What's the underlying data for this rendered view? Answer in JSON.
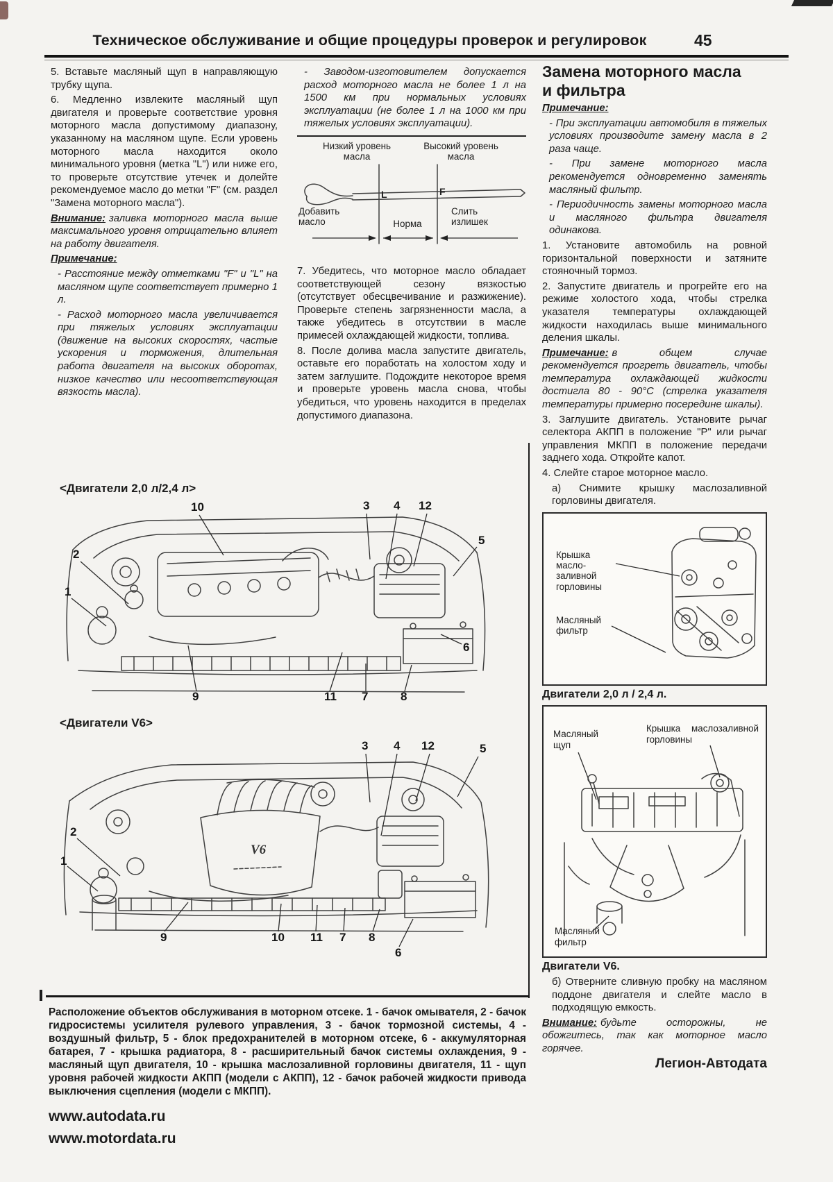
{
  "header": {
    "title": "Техническое обслуживание и общие процедуры проверок и регулировок",
    "page_number": "45"
  },
  "col1": {
    "step5": "5. Вставьте масляный щуп в направляющую трубку щупа.",
    "step6": "6. Медленно извлеките масляный щуп двигателя и проверьте соответствие уровня моторного масла допустимому диапазону, указанному на масляном щупе. Если уровень моторного масла находится около минимального уровня (метка \"L\") или ниже его, то проверьте отсутствие утечек и долейте рекомендуемое масло до метки \"F\" (см. раздел \"Замена моторного масла\").",
    "warning_label": "Внимание:",
    "warning_text": "заливка моторного масла выше максимального уровня отрицательно влияет на работу двигателя.",
    "note_label": "Примечание:",
    "note1": "- Расстояние между отметками \"F\" и \"L\" на масляном щупе соответствует примерно 1 л.",
    "note2": "- Расход моторного масла увеличивается при тяжелых условиях эксплуатации (движение на высоких скоростях, частые ускорения и торможения, длительная работа двигателя на высоких оборотах, низкое качество или несоответствующая вязкость масла)."
  },
  "col2": {
    "note_factory": "- Заводом-изготовителем допускается расход моторного масла не более 1 л на 1500 км при нормальных условиях эксплуатации (не более 1 л на 1000 км при тяжелых условиях эксплуатации).",
    "dipstick": {
      "low_label": "Низкий уровень масла",
      "high_label": "Высокий уровень масла",
      "mark_low": "L",
      "mark_high": "F",
      "add_label": "Добавить масло",
      "norm_label": "Норма",
      "drain_label": "Слить излишек"
    },
    "step7": "7. Убедитесь, что моторное масло обладает соответствующей сезону вязкостью (отсутствует обесцвечивание и разжижение). Проверьте степень загрязненности масла, а также убедитесь в отсутствии в масле примесей охлаждающей жидкости, топлива.",
    "step8": "8. После долива масла запустите двигатель, оставьте его поработать на холостом ходу и затем заглушите. Подождите некоторое время и проверьте уровень масла снова, чтобы убедиться, что уровень находится в пределах допустимого диапазона."
  },
  "col3": {
    "heading": "Замена моторного масла и фильтра",
    "note_label": "Примечание:",
    "note1": "- При эксплуатации автомобиля в тяжелых условиях производите замену масла в 2 раза чаще.",
    "note2": "- При замене моторного масла рекомендуется одновременно заменять масляный фильтр.",
    "note3": "- Периодичность замены моторного масла и масляного фильтра двигателя одинакова.",
    "step1": "1. Установите автомобиль на ровной горизонтальной поверхности и затяните стояночный тормоз.",
    "step2": "2. Запустите двигатель и прогрейте его на режиме холостого хода, чтобы стрелка указателя температуры охлаждающей жидкости находилась выше минимального деления шкалы.",
    "note_warm_label": "Примечание:",
    "note_warm_text": "в общем случае рекомендуется прогреть двигатель, чтобы температура охлаждающей жидкости достигла 80 - 90°С (стрелка указателя температуры примерно посередине шкалы).",
    "step3": "3. Заглушите двигатель. Установите рычаг селектора АКПП в положение \"P\" или рычаг управления МКПП в положение передачи заднего хода. Откройте капот.",
    "step4": "4. Слейте старое моторное масло.",
    "step4a": "а) Снимите крышку маслозаливной горловины двигателя.",
    "fig24": {
      "cap_label": "Крышка масло-заливной горловины",
      "filter_label": "Масляный фильтр",
      "caption": "Двигатели 2,0 л / 2,4 л."
    },
    "figv6": {
      "dipstick_label": "Масляный щуп",
      "cap_label": "Крышка маслозаливной горловины",
      "filter_label": "Масляный фильтр",
      "caption": "Двигатели V6."
    },
    "step4b": "б) Отверните сливную пробку на масляном поддоне двигателя и слейте масло в подходящую емкость.",
    "warning_label": "Внимание:",
    "warning_text": "будьте осторожны, не обожгитесь, так как моторное масло горячее.",
    "brand": "Легион-Автодата"
  },
  "diagrams": {
    "d24": {
      "title": "<Двигатели 2,0 л/2,4 л>",
      "callouts": {
        "c1": "1",
        "c2": "2",
        "c3": "3",
        "c4": "4",
        "c5": "5",
        "c6": "6",
        "c7": "7",
        "c8": "8",
        "c9": "9",
        "c10": "10",
        "c11": "11",
        "c12": "12"
      }
    },
    "dv6": {
      "title": "<Двигатели V6>",
      "engine_badge": "V6",
      "callouts": {
        "c1": "1",
        "c2": "2",
        "c3": "3",
        "c4": "4",
        "c5": "5",
        "c6": "6",
        "c7": "7",
        "c8": "8",
        "c9": "9",
        "c10": "10",
        "c11": "11",
        "c12": "12"
      }
    },
    "legend": "Расположение объектов обслуживания в моторном отсеке. 1 - бачок омывателя, 2 - бачок гидросистемы усилителя рулевого управления, 3 - бачок тормозной системы, 4 - воздушный фильтр, 5 - блок предохранителей в моторном отсеке, 6 - аккумуляторная батарея, 7 - крышка радиатора, 8 - расширительный бачок системы охлаждения, 9 - масляный щуп двигателя, 10 - крышка маслозаливной горловины двигателя, 11 - щуп уровня рабочей жидкости АКПП (модели с АКПП), 12 - бачок рабочей жидкости привода выключения сцепления (модели с МКПП)."
  },
  "footer": {
    "links": {
      "autodata": "www.autodata.ru",
      "motordata": "www.motordata.ru"
    }
  }
}
